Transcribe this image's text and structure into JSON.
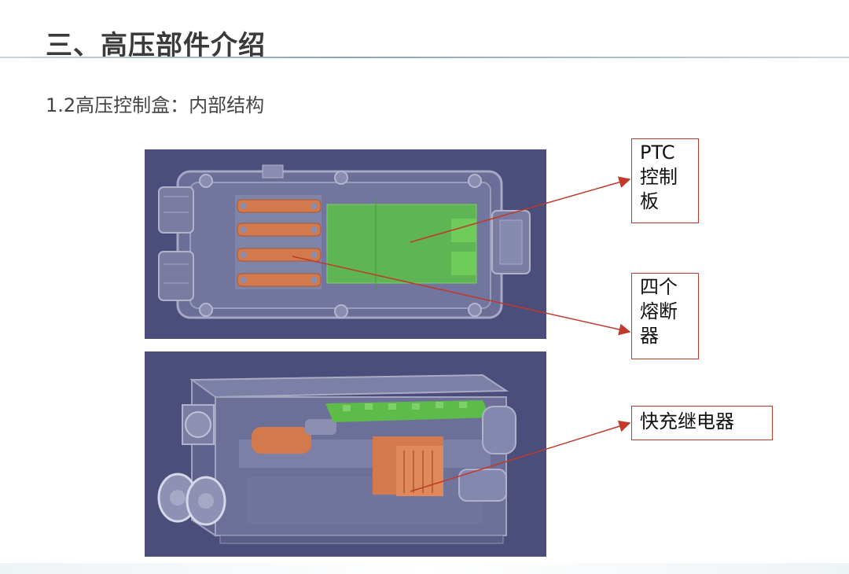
{
  "slide": {
    "title": "三、高压部件介绍",
    "subtitle": "1.2高压控制盒：内部结构"
  },
  "callouts": {
    "ptc": [
      "PTC",
      "控制",
      "板"
    ],
    "fuse": [
      "四个",
      "熔断",
      "器"
    ],
    "relay": "快充继电器"
  },
  "colors": {
    "figure_bg": "#4b4e7a",
    "pcb_green": "#5dbb4a",
    "copper": "#d27a4c",
    "callout_border": "#c0392b"
  }
}
